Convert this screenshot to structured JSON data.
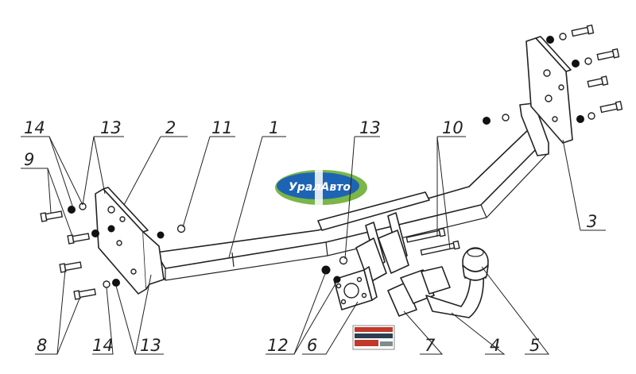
{
  "diagram": {
    "logo_text": "УралАвто",
    "colors": {
      "logo_green": "#7ab648",
      "logo_blue": "#1e64b4",
      "logo_white": "#ffffff",
      "line": "#222222"
    },
    "callouts": [
      "14",
      "13",
      "2",
      "11",
      "1",
      "13",
      "10",
      "9",
      "3",
      "8",
      "14",
      "13",
      "12",
      "6",
      "7",
      "4",
      "5"
    ],
    "parts": {
      "crossbar": "1",
      "left_bracket": "2",
      "right_bracket": "3",
      "ball_neck": "4",
      "ball_cover": "5",
      "socket_plate": "6",
      "mount_plate": "7",
      "bolt_short": "8",
      "bolt_long": "9",
      "bolt_tow": "10",
      "nut_large": "11",
      "nut_small": "12",
      "washer_flat": "13",
      "washer_spring": "14"
    }
  }
}
